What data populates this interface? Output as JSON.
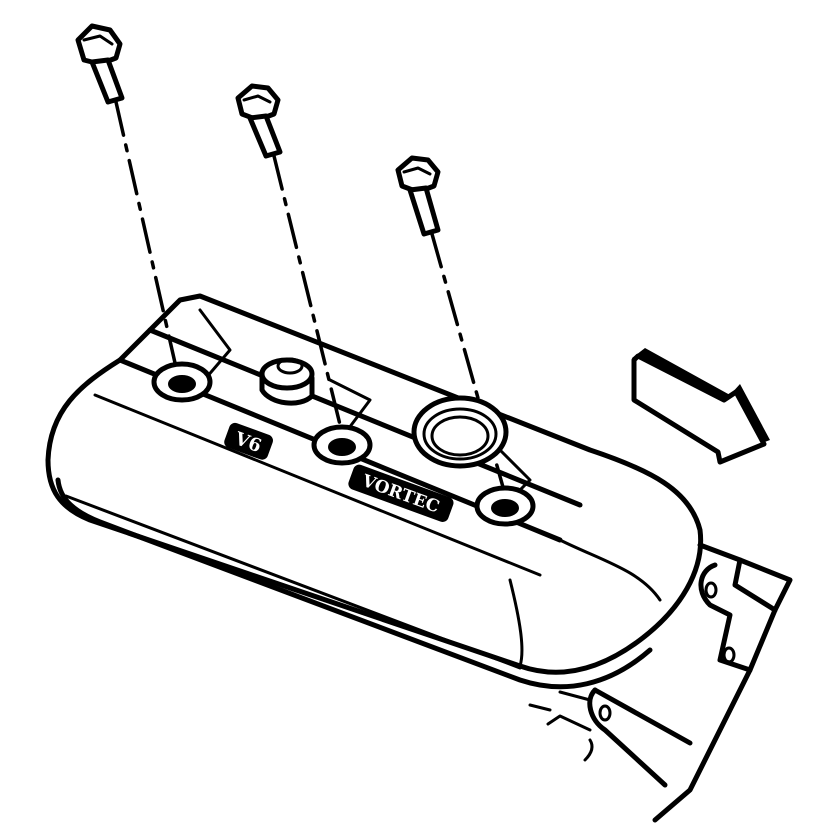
{
  "figure": {
    "type": "technical line drawing",
    "subject": "engine valve (rocker) cover installation with bolts",
    "background_color": "#ffffff",
    "line_color": "#000000"
  },
  "labels": {
    "engine_badge": "V6",
    "brand_badge": "VORTEC"
  },
  "components": {
    "bolts": [
      {
        "id": 1,
        "label": "bolt-1"
      },
      {
        "id": 2,
        "label": "bolt-2"
      },
      {
        "id": 3,
        "label": "bolt-3"
      }
    ],
    "cover": "valve cover",
    "oil_fill_cap": "oil fill opening",
    "pcv_port": "breather port",
    "direction_arrow": "front of vehicle arrow"
  }
}
